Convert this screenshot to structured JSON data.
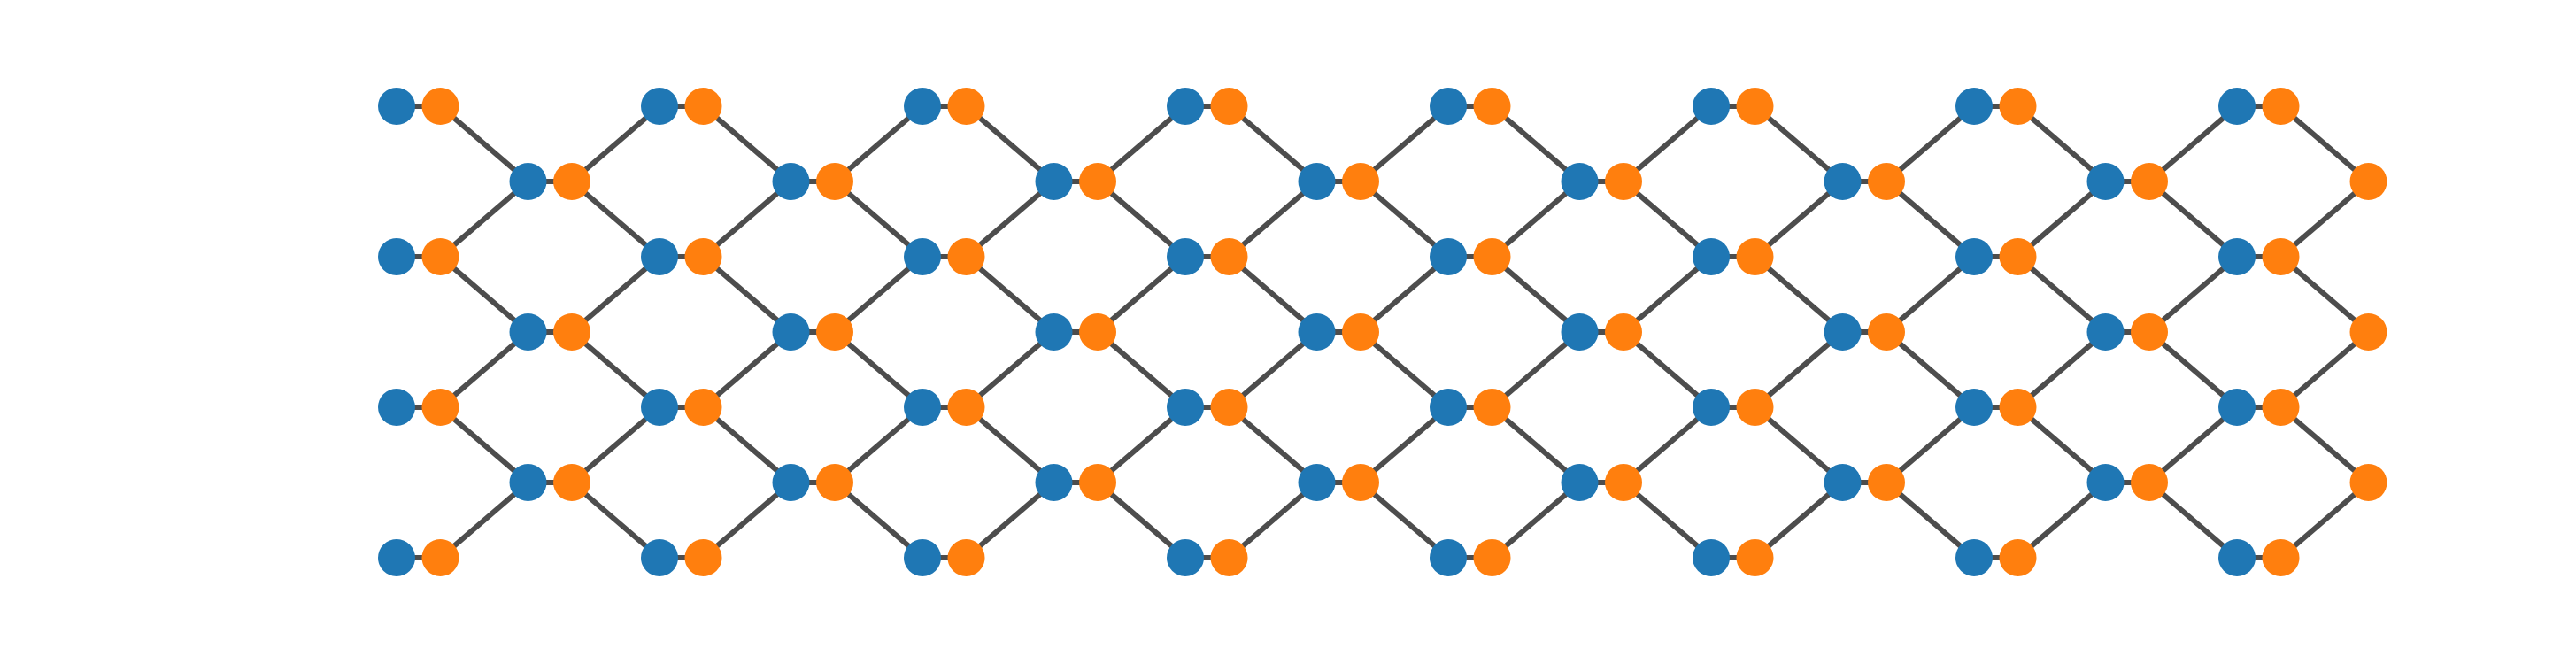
{
  "diagram": {
    "type": "honeycomb-lattice",
    "sublattices": [
      {
        "id": "A",
        "color": "#1f77b4"
      },
      {
        "id": "B",
        "color": "#ff7f0e"
      }
    ],
    "edge_color": "#4d4d4d",
    "background_color": "#ffffff",
    "x_stations": [
      0,
      0.5,
      1.5,
      2,
      3,
      3.5,
      4.5,
      5,
      6,
      6.5,
      7.5,
      8,
      9,
      9.5,
      10.5,
      11,
      12,
      12.5,
      13.5,
      14,
      15,
      15.5,
      16.5,
      17,
      18,
      18.5,
      19.5,
      20,
      21,
      21.5,
      22.5
    ],
    "num_rows": 7
  }
}
